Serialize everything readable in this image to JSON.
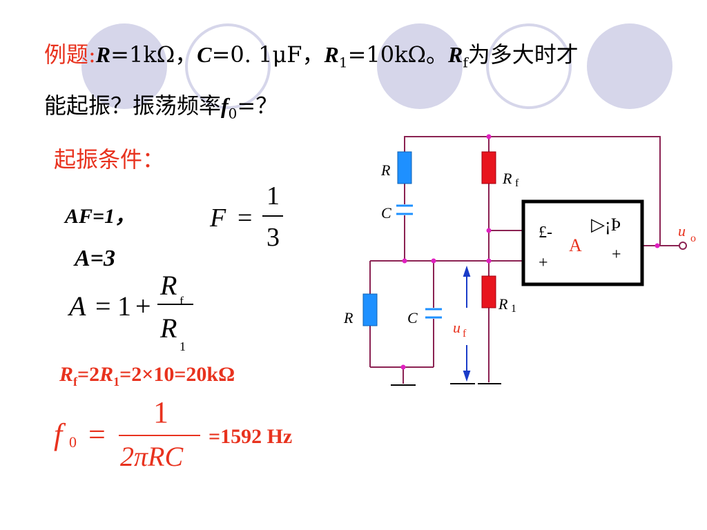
{
  "problem": {
    "prefix": "例题:",
    "r_sym": "R",
    "r_val": "=1kΩ，",
    "c_sym": "C",
    "c_val": "=0. 1μF，",
    "r1_sym": "R",
    "r1_sub": "1",
    "r1_val": "=10kΩ。",
    "rf_sym": "R",
    "rf_sub": "f",
    "rf_question": "为多大时才",
    "line2_text": "能起振？振荡频率",
    "f0_sym": "f",
    "f0_sub": "0",
    "f0_question": "=？"
  },
  "condition_title": "起振条件：",
  "af_equation": "AF=1，",
  "a_equation": "A=3",
  "feedback_formula": {
    "lhs": "F",
    "eq": "=",
    "num": "1",
    "den": "3"
  },
  "gain_formula": {
    "lhs": "A",
    "eq": "=",
    "one": "1",
    "plus": "+",
    "num": "R",
    "num_sub": "f",
    "den": "R",
    "den_sub": "1"
  },
  "rf_result": {
    "r": "R",
    "sub": "f",
    "text1": "=2",
    "r1": "R",
    "sub1": "1",
    "text2": "=2×10=20kΩ"
  },
  "f0_formula": {
    "lhs": "f",
    "lhs_sub": "0",
    "eq": "=",
    "num": "1",
    "den": "2πRC"
  },
  "f0_result": "=1592 Hz",
  "circuit": {
    "label_R_top": "R",
    "label_C_top": "C",
    "label_Rf": "R",
    "label_Rf_sub": "f",
    "label_R_bottom": "R",
    "label_C_bottom": "C",
    "label_R1": "R",
    "label_R1_sub": "1",
    "label_uf": "u",
    "label_uf_sub": "f",
    "label_uo": "u",
    "label_uo_sub": "o",
    "opamp_minus": "£-",
    "opamp_symbol": "▷¡Þ",
    "opamp_A": "A",
    "opamp_plus_left": "+",
    "opamp_plus_right": "+"
  },
  "colors": {
    "accent_red": "#e8321e",
    "wire": "#8b2252",
    "resistor_blue": "#1e90ff",
    "resistor_red": "#e8141e",
    "capacitor_blue": "#1e90ff",
    "node_pink": "#e020c0",
    "arrow_blue": "#1a3cc8",
    "decor_circle": "#d6d6ea"
  }
}
